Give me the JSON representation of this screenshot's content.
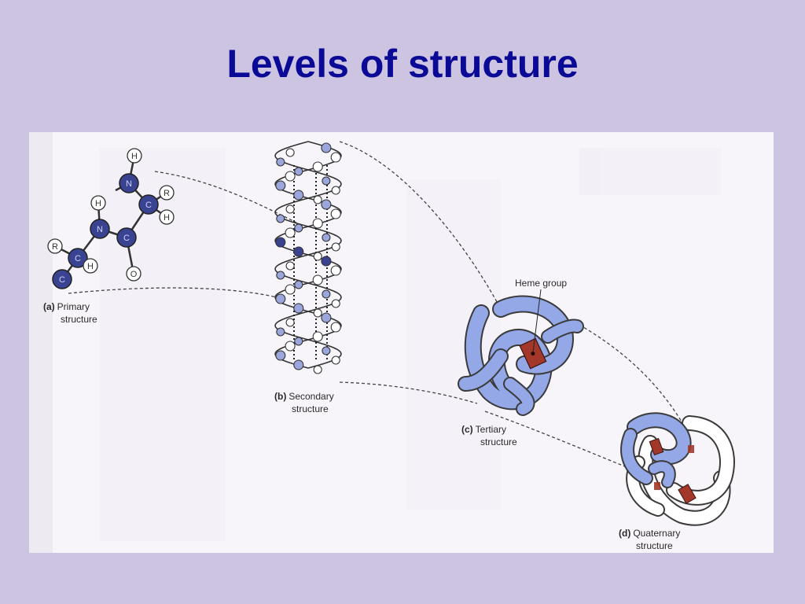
{
  "slide": {
    "title": "Levels of structure"
  },
  "figure": {
    "primary": {
      "letter": "(a)",
      "line1": "Primary",
      "line2": "structure"
    },
    "secondary": {
      "letter": "(b)",
      "line1": "Secondary",
      "line2": "structure"
    },
    "tertiary": {
      "letter": "(c)",
      "line1": "Tertiary",
      "line2": "structure"
    },
    "quaternary": {
      "letter": "(d)",
      "line1": "Quaternary",
      "line2": "structure"
    },
    "heme_label": "Heme group",
    "atoms": {
      "nitrogen": "N",
      "carbon": "C",
      "hydrogen": "H",
      "oxygen": "O",
      "r_group": "R"
    },
    "colors": {
      "title": "#0a0a96",
      "slide_background": "#ccc4e0",
      "panel": "#f7f5fa",
      "dark_atom": "#3a4391",
      "light_atom": "#9aa6dc",
      "ribbon": "#94a8e8",
      "heme": "#a3382a"
    }
  }
}
